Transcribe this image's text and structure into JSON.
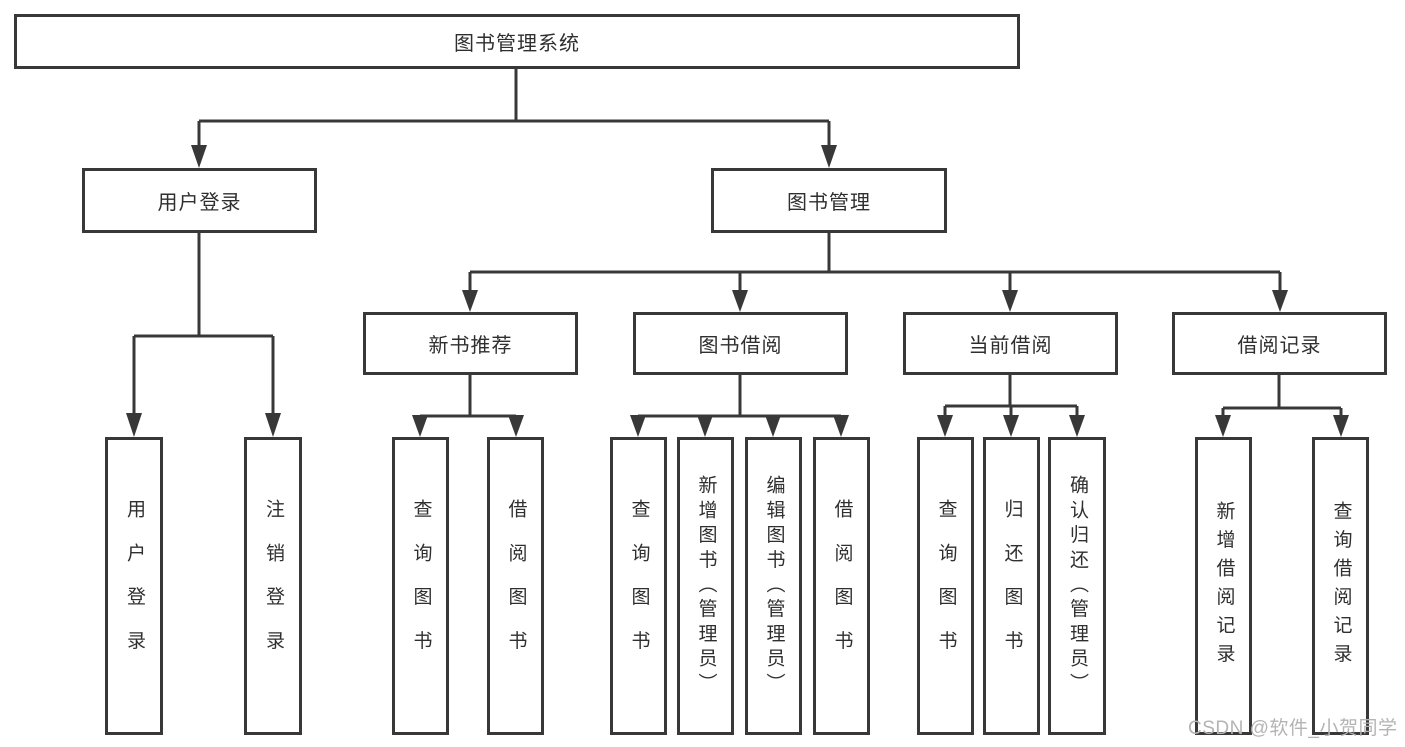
{
  "diagram": {
    "type": "tree",
    "root": {
      "label": "图书管理系统"
    },
    "level2": [
      {
        "label": "用户登录"
      },
      {
        "label": "图书管理"
      }
    ],
    "level3": [
      {
        "label": "新书推荐",
        "parent": "图书管理"
      },
      {
        "label": "图书借阅",
        "parent": "图书管理"
      },
      {
        "label": "当前借阅",
        "parent": "图书管理"
      },
      {
        "label": "借阅记录",
        "parent": "图书管理"
      }
    ],
    "leaves": {
      "login": [
        {
          "label": "用户登录"
        },
        {
          "label": "注销登录"
        }
      ],
      "recommend": [
        {
          "label": "查询图书"
        },
        {
          "label": "借阅图书"
        }
      ],
      "borrow": [
        {
          "label": "查询图书"
        },
        {
          "label": "新增图书（管理员）"
        },
        {
          "label": "编辑图书（管理员）"
        },
        {
          "label": "借阅图书"
        }
      ],
      "current": [
        {
          "label": "查询图书"
        },
        {
          "label": "归还图书"
        },
        {
          "label": "确认归还（管理员）"
        }
      ],
      "records": [
        {
          "label": "新增借阅记录"
        },
        {
          "label": "查询借阅记录"
        }
      ]
    }
  },
  "watermark": {
    "text": "CSDN @软件_小贺同学"
  },
  "colors": {
    "line": "#383838",
    "box_fill": "#ffffff",
    "text": "#2f2f2f",
    "watermark": "#b4b4b4",
    "background": "#ffffff"
  }
}
